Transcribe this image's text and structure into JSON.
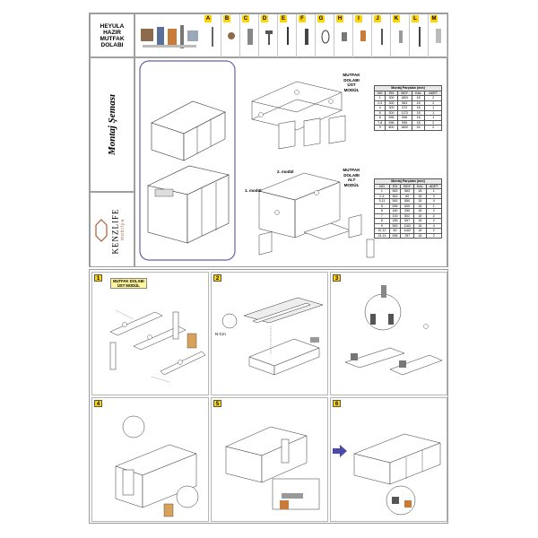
{
  "header": {
    "title_lines": [
      "HEYULA",
      "HAZIR",
      "MUTFAK",
      "DOLABI"
    ]
  },
  "hardware": [
    {
      "letter": "A"
    },
    {
      "letter": "B"
    },
    {
      "letter": "C"
    },
    {
      "letter": "D"
    },
    {
      "letter": "E"
    },
    {
      "letter": "F"
    },
    {
      "letter": "G"
    },
    {
      "letter": "H"
    },
    {
      "letter": "I"
    },
    {
      "letter": "J"
    },
    {
      "letter": "K"
    },
    {
      "letter": "L"
    },
    {
      "letter": "M"
    }
  ],
  "side": {
    "vertical_title": "Montaj Şeması",
    "brand_word": "KENZLIFE",
    "brand_sub": "mobilya"
  },
  "upper": {
    "label_lines": [
      "MUTFAK DOLABI",
      "ÜST",
      "MODÜL"
    ],
    "table_caption": "Montaj Parçaları (mm)",
    "headers": [
      "NO",
      "EN",
      "BOY",
      "KAL",
      "ADET"
    ],
    "rows": [
      [
        "1",
        "300",
        "1800",
        "18",
        "2"
      ],
      [
        "2-3",
        "300",
        "563",
        "18",
        "2"
      ],
      [
        "4",
        "300",
        "572",
        "18",
        "1"
      ],
      [
        "5",
        "300",
        "1172",
        "18",
        "1"
      ],
      [
        "6",
        "596",
        "596",
        "18",
        "1"
      ],
      [
        "7-8",
        "596",
        "596",
        "18",
        "2"
      ],
      [
        "9",
        "800",
        "1800",
        "04",
        "2"
      ]
    ]
  },
  "lower": {
    "label_lines": [
      "MUTFAK DOLABI",
      "ALT",
      "MODÜL"
    ],
    "table_caption": "Montaj Parçaları (mm)",
    "headers": [
      "NO",
      "EN",
      "BOY",
      "KAL",
      "ADET"
    ],
    "rows": [
      [
        "1",
        "563",
        "563",
        "18",
        "1"
      ],
      [
        "2-4",
        "563",
        "60",
        "18",
        "3"
      ],
      [
        "3-11",
        "563",
        "850",
        "18",
        "4"
      ],
      [
        "5",
        "596",
        "605",
        "18",
        "1"
      ],
      [
        "6",
        "160",
        "250",
        "18",
        "2"
      ],
      [
        "7",
        "100",
        "502",
        "18",
        "2"
      ],
      [
        "8",
        "185",
        "557",
        "18",
        "2"
      ],
      [
        "9",
        "563",
        "1162",
        "18",
        "4"
      ],
      [
        "10-12",
        "60",
        "1162",
        "18",
        "2"
      ],
      [
        "13-14",
        "596",
        "787",
        "18",
        "2"
      ]
    ],
    "model_labels": [
      "1. modül",
      "2. modül"
    ]
  },
  "steps": {
    "s1": {
      "num": "1",
      "tag_lines": [
        "MUTFAK DOLABI",
        "ÜST MODÜL"
      ]
    },
    "s2": {
      "num": "2",
      "label": "N-Cm"
    },
    "s3": {
      "num": "3"
    },
    "s4": {
      "num": "4"
    },
    "s5": {
      "num": "5"
    },
    "s6": {
      "num": "6"
    }
  }
}
